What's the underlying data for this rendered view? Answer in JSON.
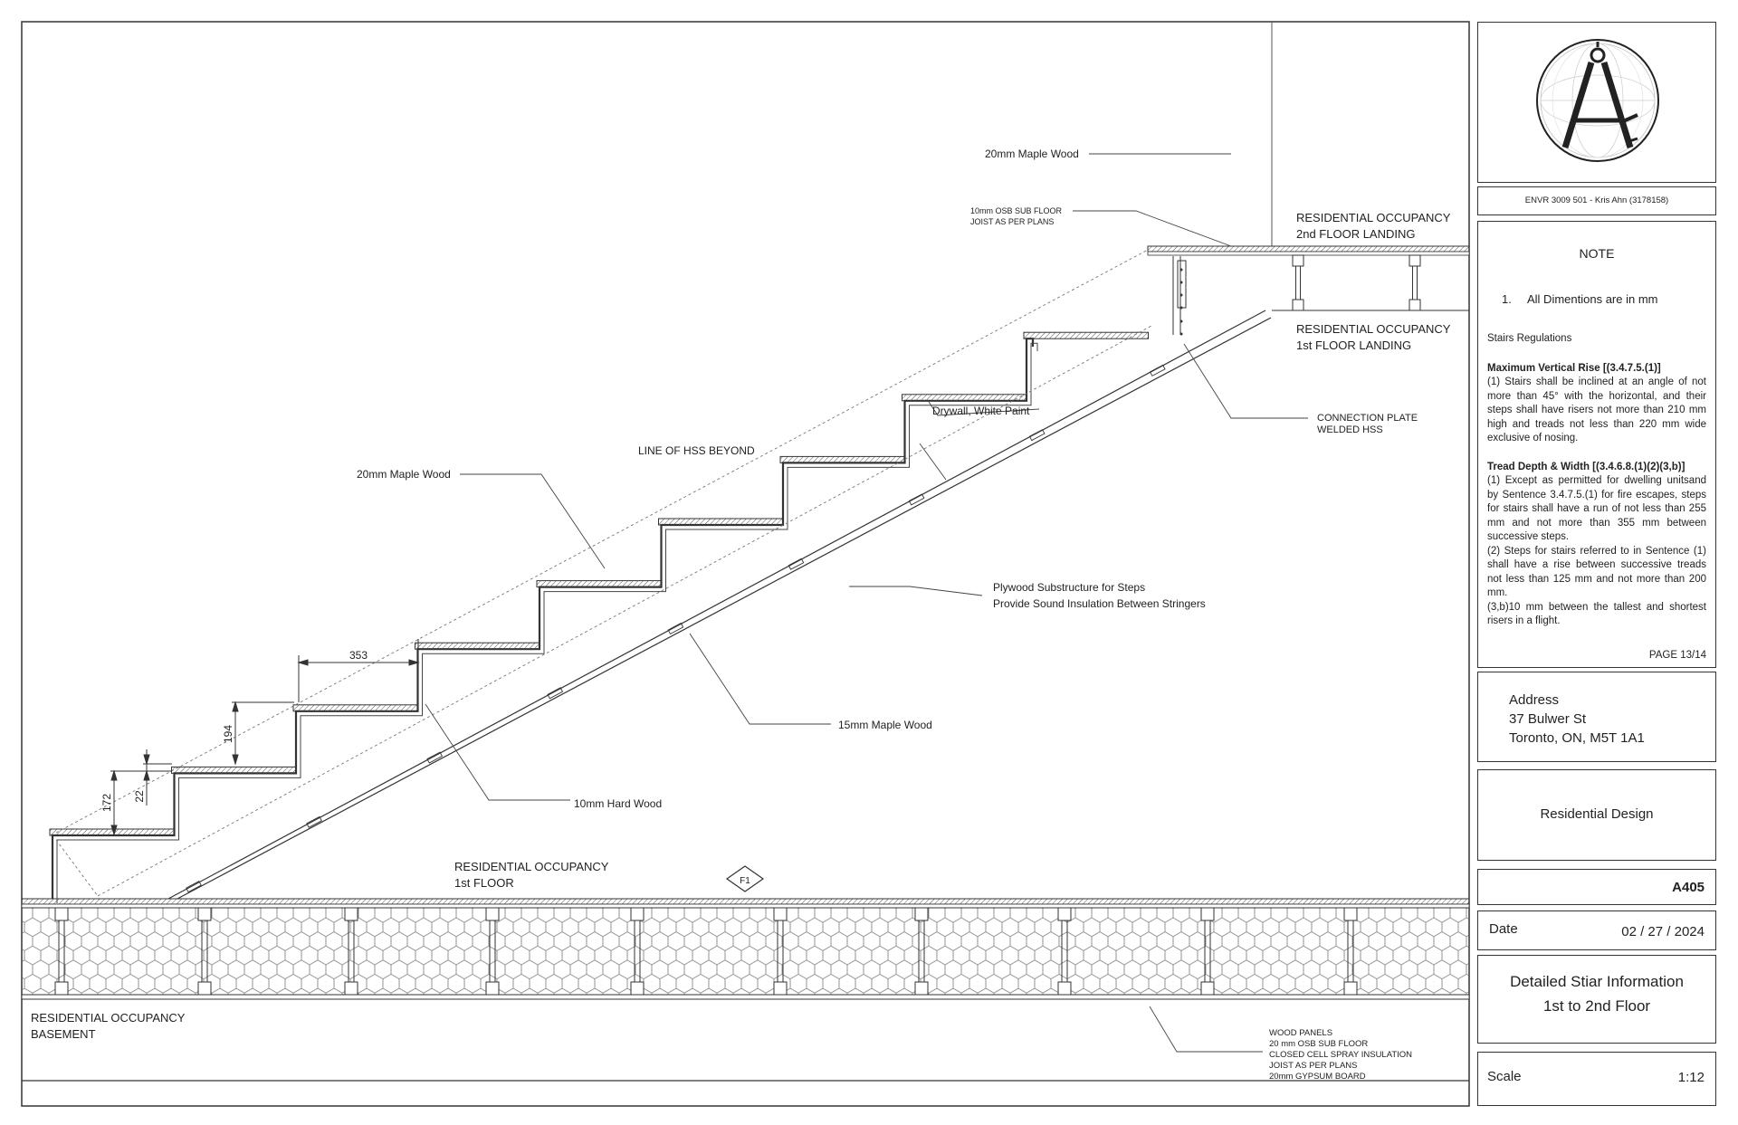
{
  "drawing": {
    "labels": {
      "maple_wood_top": "20mm Maple Wood",
      "osb_line1": "10mm OSB SUB FLOOR",
      "osb_line2": "JOIST AS PER PLANS",
      "occ_2nd_line1": "RESIDENTIAL OCCUPANCY",
      "occ_2nd_line2": "2nd FLOOR LANDING",
      "occ_1st_landing_line1": "RESIDENTIAL OCCUPANCY",
      "occ_1st_landing_line2": "1st FLOOR LANDING",
      "connection_line1": "CONNECTION PLATE",
      "connection_line2": "WELDED HSS",
      "drywall": "Drywall, White Paint",
      "hss_beyond": "LINE OF HSS BEYOND",
      "maple_wood_left": "20mm Maple Wood",
      "plywood_line1": "Plywood Substructure for Steps",
      "plywood_line2": "Provide Sound Insulation Between Stringers",
      "maple_15": "15mm Maple Wood",
      "hard_wood": "10mm Hard Wood",
      "occ_1st_floor_line1": "RESIDENTIAL OCCUPANCY",
      "occ_1st_floor_line2": "1st FLOOR",
      "section_tag": "F1",
      "basement_line1": "RESIDENTIAL OCCUPANCY",
      "basement_line2": "BASEMENT",
      "floor_layers": [
        "WOOD PANELS",
        "20 mm OSB SUB FLOOR",
        "CLOSED CELL SPRAY INSULATION",
        "JOIST AS PER PLANS",
        "20mm GYPSUM BOARD"
      ]
    },
    "dimensions": {
      "run": "353",
      "rise": "194",
      "rise_first": "172",
      "tread_thickness": "22"
    }
  },
  "title_block": {
    "author": "ENVR 3009 501 - Kris Ahn (3178158)",
    "note_title": "NOTE",
    "note_item_number": "1.",
    "note_item_text": "All Dimentions are in mm",
    "regulations_title": "Stairs Regulations",
    "rise_heading": "Maximum Vertical Rise [(3.4.7.5.(1)]",
    "rise_text": "(1) Stairs shall be inclined at an angle of not more than 45° with the horizontal, and their steps shall have risers not more than 210 mm high and treads not less than 220 mm wide exclusive of nosing.",
    "tread_heading": "Tread Depth & Width [(3.4.6.8.(1)(2)(3,b)]",
    "tread_text_1": "(1) Except as permitted for dwelling unitsand by Sentence 3.4.7.5.(1) for fire escapes, steps for stairs shall have a run of not less than 255 mm and not more than 355 mm between successive steps.",
    "tread_text_2": "(2) Steps for stairs referred to in Sentence (1) shall have a rise between successive treads not less than 125 mm and not more than 200 mm.",
    "tread_text_3": "(3,b)10 mm between the tallest and shortest risers in a flight.",
    "page": "PAGE 13/14",
    "address_label": "Address",
    "address_line1": "37 Bulwer St",
    "address_line2": "Toronto, ON, M5T 1A1",
    "project_type": "Residential Design",
    "sheet_number": "A405",
    "date_label": "Date",
    "date_value": "02 / 27 / 2024",
    "sheet_title_line1": "Detailed Stiar Information",
    "sheet_title_line2": "1st to 2nd Floor",
    "scale_label": "Scale",
    "scale_value": "1:12"
  }
}
